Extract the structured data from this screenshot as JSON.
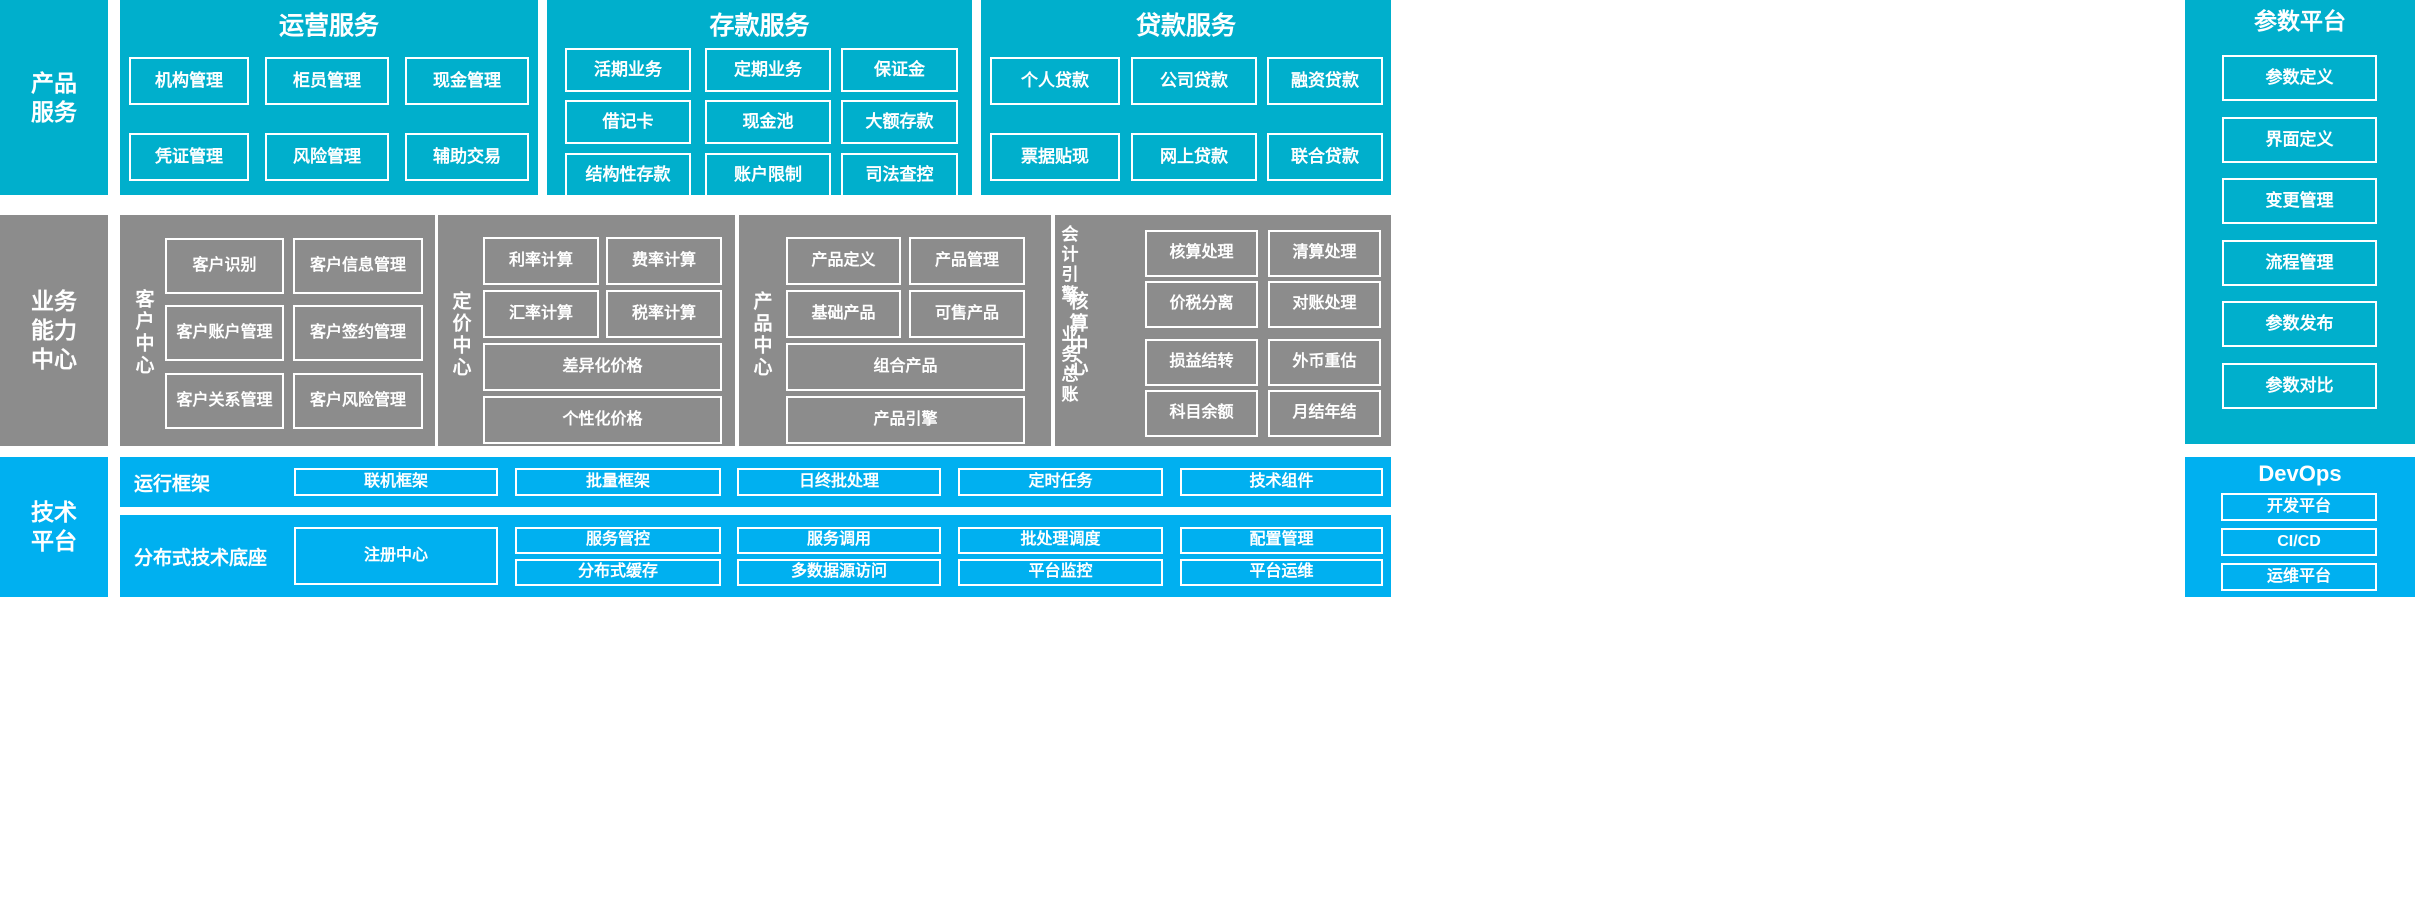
{
  "colors": {
    "teal": "#00AFCC",
    "gray": "#8C8C8C",
    "cyan": "#00B0F0",
    "card_border": "#FFFFFF",
    "text": "#FFFFFF"
  },
  "bands": {
    "product_services": {
      "label": "产品\n服务"
    },
    "business_capability": {
      "label": "业务\n能力\n中心"
    },
    "technology_platform": {
      "label": "技术\n平台"
    }
  },
  "product_services": {
    "groups": [
      {
        "title": "运营服务",
        "cards": [
          "机构管理",
          "柜员管理",
          "现金管理",
          "凭证管理",
          "风险管理",
          "辅助交易"
        ]
      },
      {
        "title": "存款服务",
        "cards": [
          "活期业务",
          "定期业务",
          "保证金",
          "借记卡",
          "现金池",
          "大额存款",
          "结构性存款",
          "账户限制",
          "司法查控"
        ]
      },
      {
        "title": "贷款服务",
        "cards": [
          "个人贷款",
          "公司贷款",
          "融资贷款",
          "票据贴现",
          "网上贷款",
          "联合贷款"
        ]
      }
    ]
  },
  "business_capability": {
    "centers": [
      {
        "vlabel": "客户中心",
        "cards": [
          "客户识别",
          "客户信息管理",
          "客户账户管理",
          "客户签约管理",
          "客户关系管理",
          "客户风险管理"
        ]
      },
      {
        "vlabel": "定价中心",
        "cards": [
          "利率计算",
          "费率计算",
          "汇率计算",
          "税率计算",
          "差异化价格",
          "个性化价格"
        ]
      },
      {
        "vlabel": "产品中心",
        "cards": [
          "产品定义",
          "产品管理",
          "基础产品",
          "可售产品",
          "组合产品",
          "产品引擎"
        ]
      },
      {
        "vlabel": "核算中心",
        "sub_labels": [
          "会计引擎",
          "业务总账"
        ],
        "cards": [
          "核算处理",
          "清算处理",
          "价税分离",
          "对账处理",
          "损益结转",
          "外币重估",
          "科目余额",
          "月结年结"
        ]
      }
    ]
  },
  "technology_platform": {
    "rows": [
      {
        "label": "运行框架",
        "cards": [
          "联机框架",
          "批量框架",
          "日终批处理",
          "定时任务",
          "技术组件"
        ]
      },
      {
        "label": "分布式技术底座",
        "wide_card": "注册中心",
        "cards": [
          "服务管控",
          "分布式缓存",
          "服务调用",
          "多数据源访问",
          "批处理调度",
          "平台监控",
          "配置管理",
          "平台运维"
        ]
      }
    ]
  },
  "parameter_platform": {
    "title": "参数平台",
    "cards": [
      "参数定义",
      "界面定义",
      "变更管理",
      "流程管理",
      "参数发布",
      "参数对比"
    ]
  },
  "devops_platform": {
    "title": "DevOps",
    "cards": [
      "开发平台",
      "CI/CD",
      "运维平台"
    ]
  }
}
